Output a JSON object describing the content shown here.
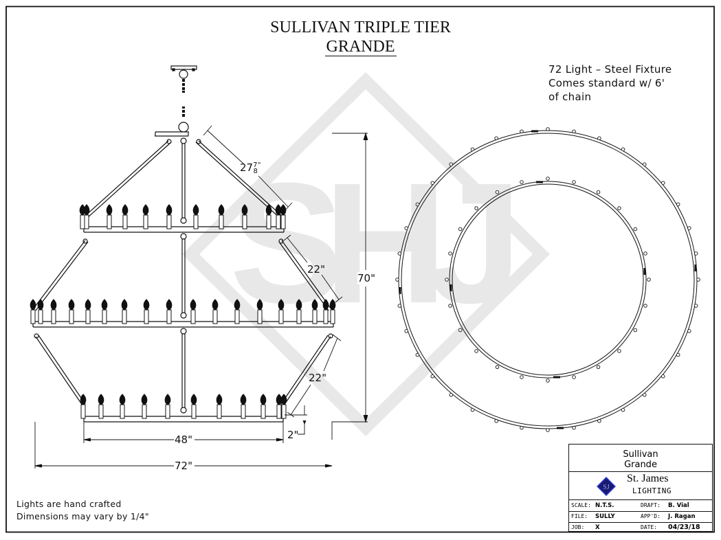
{
  "drawing": {
    "title_line1": "SULLIVAN TRIPLE TIER",
    "title_line2": "GRANDE",
    "spec_note": "72 Light – Steel Fixture\nComes standard w/ 6'\nof chain",
    "footer_note": "Lights are hand crafted\nDimensions may vary by 1/4\"",
    "watermark_letters": "SHJ"
  },
  "dimensions": {
    "top_arm": "27⅞\"",
    "top_arm_whole": "27",
    "top_arm_num": "7",
    "top_arm_den": "8",
    "top_arm_inch": "\"",
    "middle_arm": "22\"",
    "lower_arm": "22\"",
    "overall_height": "70\"",
    "bottom_ring_width": "48\"",
    "middle_ring_width": "72\"",
    "ring_depth": "2\""
  },
  "elevation": {
    "tier1_candles_x": [
      120,
      126,
      159,
      182,
      212,
      246,
      285,
      322,
      356,
      391,
      405,
      412
    ],
    "tier2_candles_x": [
      48,
      59,
      78,
      104,
      128,
      152,
      181,
      213,
      246,
      281,
      313,
      345,
      378,
      409,
      435,
      458,
      474,
      484
    ],
    "tier3_candles_x": [
      121,
      147,
      178,
      210,
      244,
      282,
      319,
      354,
      383,
      406,
      413
    ]
  },
  "plan_view": {
    "outer_ring_lights": 36,
    "inner_ring_lights": 24
  },
  "title_block": {
    "name_line1": "Sullivan",
    "name_line2": "Grande",
    "company_line1": "St. James",
    "company_line2": "LIGHTING",
    "scale_label": "SCALE:",
    "scale_value": "N.T.S.",
    "draft_label": "DRAFT:",
    "draft_value": "B. Vial",
    "file_label": "FILE:",
    "file_value": "SULLY",
    "approved_label": "APP'D:",
    "approved_value": "J. Ragan",
    "job_label": "JOB:",
    "job_value": "X",
    "date_label": "DATE:",
    "date_value": "04/23/18"
  },
  "colors": {
    "line": "#111111",
    "watermark": "#e6e6e6",
    "logo_fill": "#1a1a6e",
    "logo_edge": "#2b3fd6"
  }
}
